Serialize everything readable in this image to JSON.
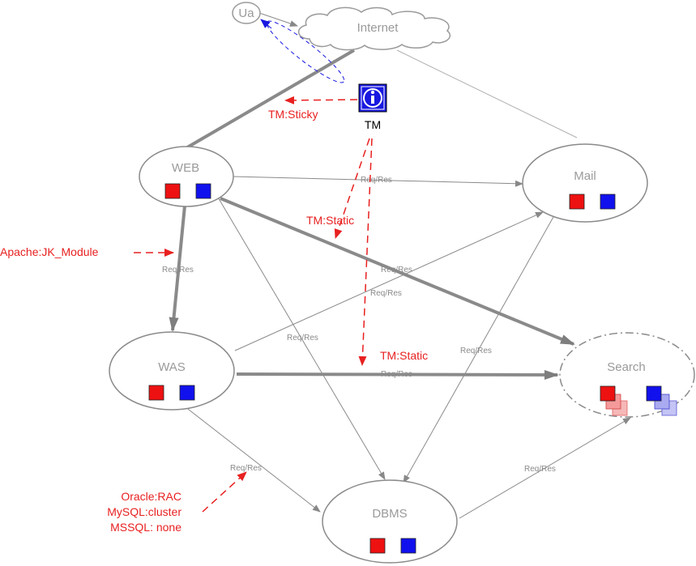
{
  "nodes": {
    "ua": "Ua",
    "internet": "Internet",
    "web": "WEB",
    "mail": "Mail",
    "was": "WAS",
    "search": "Search",
    "dbms": "DBMS",
    "tm": "TM"
  },
  "edge_label": "Req/Res",
  "annotations": {
    "tm_sticky": "TM:Sticky",
    "tm_static_1": "TM:Static",
    "tm_static_2": "TM:Static",
    "apache": "Apache:JK_Module",
    "oracle": "Oracle:RAC",
    "mysql": "MySQL:cluster",
    "mssql": "MSSQL: none"
  },
  "colors": {
    "red_square": "#ee1111",
    "blue_square": "#1111ee",
    "annotation": "#e82020",
    "edge": "#888888",
    "thick_edge": "#8a8a8a"
  },
  "icons": {
    "tm": "info-icon"
  }
}
